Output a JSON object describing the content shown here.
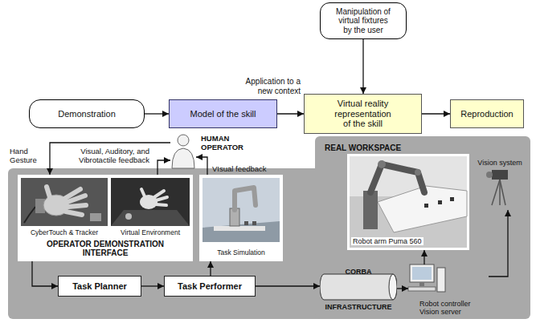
{
  "diagram": {
    "nodes": [
      {
        "text": [
          "Manipulation of virtual fixtures by the user"
        ]
      },
      {
        "text": [
          "Demonstration"
        ]
      },
      {
        "text": [
          "Model of the skill"
        ]
      },
      {
        "text": [
          "Virtual reality representation of the skill"
        ]
      },
      {
        "text": [
          "Reproduction"
        ]
      },
      {
        "text": [
          "HUMAN OPERATOR"
        ]
      },
      {
        "text": [
          "OPERATOR DEMONSTRATION INTERFACE"
        ]
      },
      {
        "text": [
          "CyberTouch & Tracker"
        ],
        "in": 6
      },
      {
        "text": [
          "Virtual Environment"
        ],
        "in": 6
      },
      {
        "text": [
          "Task Simulation"
        ]
      },
      {
        "text": [
          "Task Planner"
        ]
      },
      {
        "text": [
          "Task Performer"
        ]
      },
      {
        "text": [
          "CORBA",
          "INFRASTRUCTURE"
        ]
      },
      {
        "text": [
          "REAL WORKSPACE"
        ]
      },
      {
        "text": [
          "Robot arm Puma 560"
        ],
        "in": 13
      },
      {
        "text": [
          "Vision system"
        ],
        "in": 13
      },
      {
        "text": [
          "Robot controller Vision server"
        ],
        "in": 13
      }
    ],
    "edges": [
      {
        "from": 1,
        "to": 2,
        "arrow": "to"
      },
      {
        "from": 2,
        "to": 3,
        "arrow": "to",
        "label": "Application to a new context"
      },
      {
        "from": 0,
        "to": 3,
        "arrow": "to"
      },
      {
        "from": 3,
        "to": 4,
        "arrow": "to"
      },
      {
        "from": 5,
        "to": 6,
        "arrow": "to",
        "label": "Hand Gesture"
      },
      {
        "from": 6,
        "to": 5,
        "arrow": "to",
        "label": "Visual, Auditory, and Vibrotactile feedback"
      },
      {
        "from": 9,
        "to": 5,
        "arrow": "to",
        "label": "VIsual feedback"
      },
      {
        "from": 6,
        "to": 10,
        "arrow": "to"
      },
      {
        "from": 10,
        "to": 11,
        "arrow": "to"
      },
      {
        "from": 11,
        "to": 9,
        "arrow": "to"
      },
      {
        "from": 11,
        "to": 12,
        "arrow": "to"
      },
      {
        "from": 12,
        "to": 16,
        "arrow": "to"
      },
      {
        "from": 16,
        "to": 14,
        "arrow": "to"
      },
      {
        "from": 16,
        "to": 15,
        "arrow": "to"
      }
    ]
  }
}
